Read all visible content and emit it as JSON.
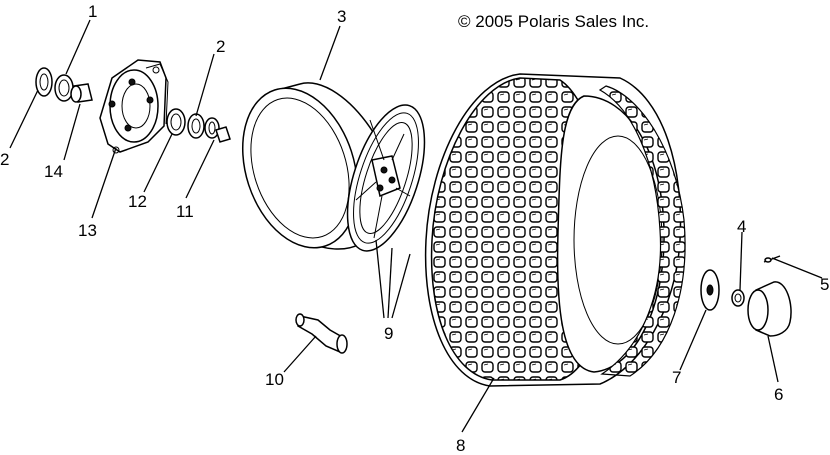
{
  "copyright": "© 2005 Polaris Sales Inc.",
  "callouts": {
    "n1": "1",
    "n2a": "2",
    "n2b": "2",
    "n3": "3",
    "n4": "4",
    "n5": "5",
    "n6": "6",
    "n7": "7",
    "n8": "8",
    "n9": "9",
    "n10": "10",
    "n11": "11",
    "n12": "12",
    "n13": "13",
    "n14": "14"
  }
}
